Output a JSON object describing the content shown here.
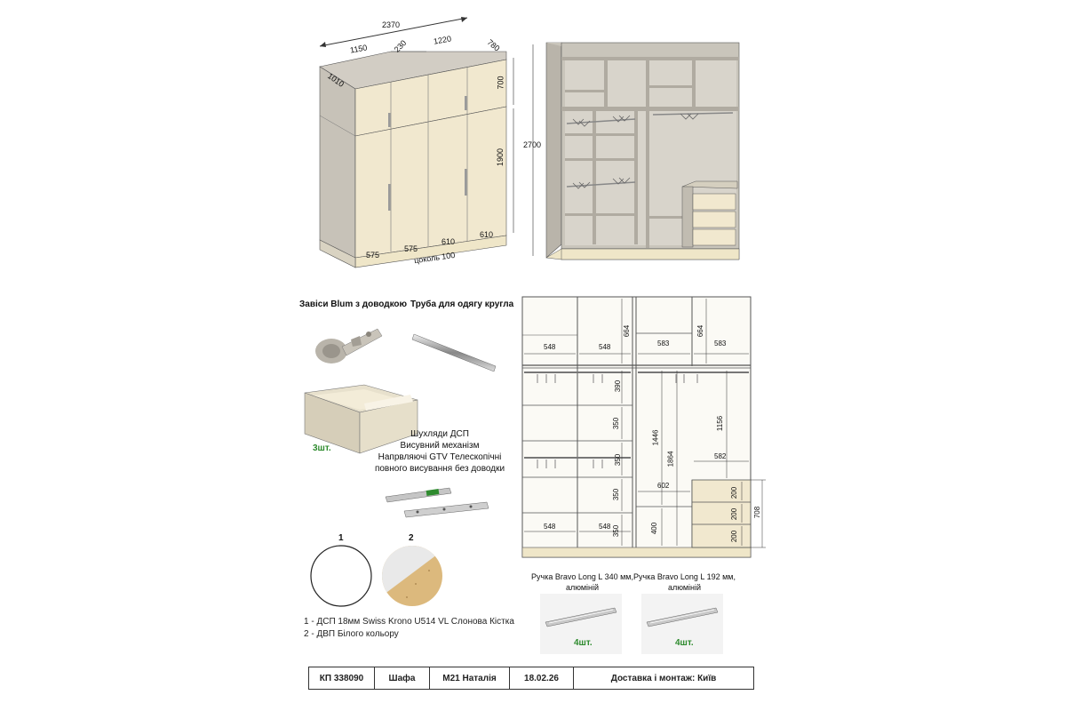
{
  "top_view_dims": {
    "total_width": "2370",
    "seg1": "1150",
    "seg_gap": "230",
    "seg2": "1220",
    "depth_right": "780",
    "depth_left": "1010",
    "upper_height": "700",
    "lower_height": "1900",
    "door_1": "575",
    "door_2": "575",
    "door_3": "610",
    "door_4": "610",
    "plinth": "цоколь 100"
  },
  "interior_view_dims": {
    "total_height": "2700"
  },
  "labels": {
    "hinges": "Завіси Blum з доводкою",
    "rail": "Труба для одягу кругла",
    "drawer_count": "3шт.",
    "drawer_desc_1": "Шухляди ДСП",
    "drawer_desc_2": "Висувний механізм",
    "drawer_desc_3": "Напрвляючі GTV Телескопічні",
    "drawer_desc_4": "повного висування без доводки",
    "swatch_1_num": "1",
    "swatch_2_num": "2",
    "legend_1": "1 - ДСП 18мм Swiss Krono U514 VL Слонова Кістка",
    "legend_2": "2 - ДВП Білого кольору",
    "handle_1_line1": "Ручка Bravo Long L 340 мм,",
    "handle_1_line2": "алюміній",
    "handle_1_count": "4шт.",
    "handle_2_line1": "Ручка Bravo Long L 192 мм,",
    "handle_2_line2": "алюміній",
    "handle_2_count": "4шт."
  },
  "plan_dims": {
    "w548a": "548",
    "w548b": "548",
    "w583a": "583",
    "w583b": "583",
    "h664a": "664",
    "h664b": "664",
    "h390": "390",
    "h350a": "350",
    "h350b": "350",
    "h350c": "350",
    "h350d": "350",
    "h1446": "1446",
    "h1864": "1864",
    "h1156": "1156",
    "w582": "582",
    "w602": "602",
    "h400": "400",
    "w548c": "548",
    "w548d": "548",
    "h200a": "200",
    "h200b": "200",
    "h200c": "200",
    "h708": "708"
  },
  "footer": {
    "code": "КП 338090",
    "item": "Шафа",
    "manager": "М21 Наталія",
    "date": "18.02.26",
    "delivery": "Доставка і монтаж: Київ"
  },
  "colors": {
    "ivory": "#f1e8cf",
    "carcass": "#c9c5bb",
    "plinth": "#efe6c8",
    "dim_line": "#333333",
    "green": "#2e8b2e"
  }
}
